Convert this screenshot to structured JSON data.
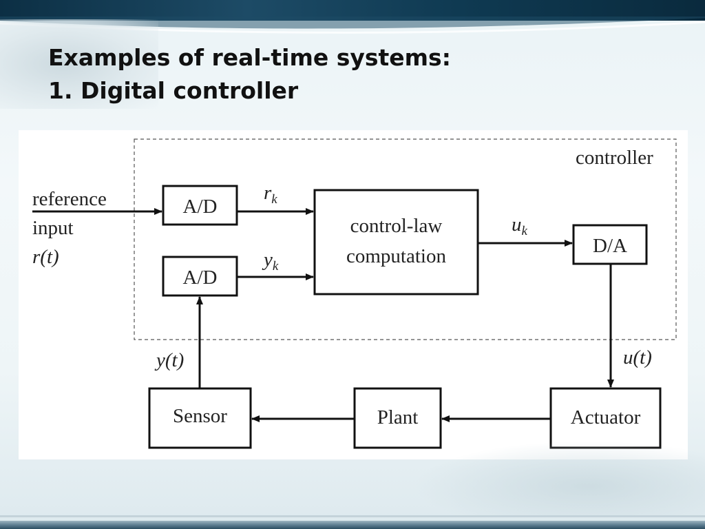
{
  "slide": {
    "title_line1": "Examples of real-time systems:",
    "title_line2": "1. Digital controller"
  },
  "diagram": {
    "controller_label": "controller",
    "reference_line1": "reference",
    "reference_line2": "input",
    "reference_signal": "r(t)",
    "ad_top": "A/D",
    "ad_bottom": "A/D",
    "rk_main": "r",
    "rk_sub": "k",
    "yk_main": "y",
    "yk_sub": "k",
    "uk_main": "u",
    "uk_sub": "k",
    "control_line1": "control-law",
    "control_line2": "computation",
    "da": "D/A",
    "ut": "u(t)",
    "yt": "y(t)",
    "sensor": "Sensor",
    "plant": "Plant",
    "actuator": "Actuator"
  }
}
